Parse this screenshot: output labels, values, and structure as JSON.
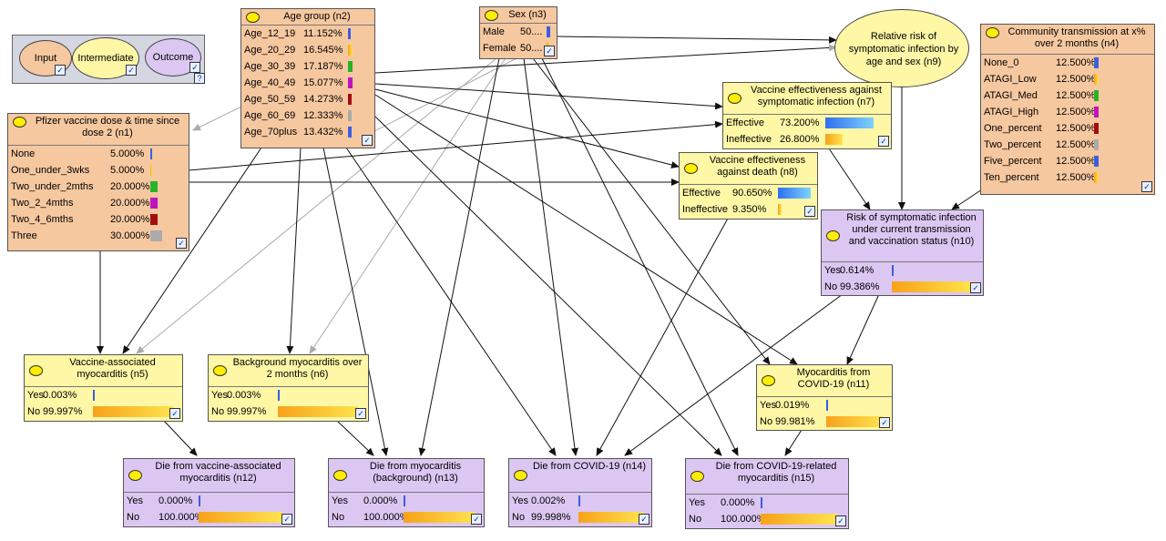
{
  "legend": {
    "input": "Input",
    "intermediate": "Intermediate",
    "outcome": "Outcome"
  },
  "n1": {
    "title": "Pfizer vaccine dose & time since dose 2 (n1)",
    "states": [
      {
        "label": "None",
        "value": "5.000%",
        "fraction": 0.05,
        "color": "#3b5fe0"
      },
      {
        "label": "One_under_3wks",
        "value": "5.000%",
        "fraction": 0.05,
        "color": "#f7a21b"
      },
      {
        "label": "Two_under_2mths",
        "value": "20.000%",
        "fraction": 0.2,
        "color": "#27b327"
      },
      {
        "label": "Two_2_4mths",
        "value": "20.000%",
        "fraction": 0.2,
        "color": "#c013c0"
      },
      {
        "label": "Two_4_6mths",
        "value": "20.000%",
        "fraction": 0.2,
        "color": "#a30e0e"
      },
      {
        "label": "Three",
        "value": "30.000%",
        "fraction": 0.3,
        "color": "#aaaaaa"
      }
    ]
  },
  "n2": {
    "title": "Age group (n2)",
    "states": [
      {
        "label": "Age_12_19",
        "value": "11.152%",
        "fraction": 0.11152,
        "color": "#3b5fe0"
      },
      {
        "label": "Age_20_29",
        "value": "16.545%",
        "fraction": 0.16545,
        "color": "#f7a21b"
      },
      {
        "label": "Age_30_39",
        "value": "17.187%",
        "fraction": 0.17187,
        "color": "#27b327"
      },
      {
        "label": "Age_40_49",
        "value": "15.077%",
        "fraction": 0.15077,
        "color": "#c013c0"
      },
      {
        "label": "Age_50_59",
        "value": "14.273%",
        "fraction": 0.14273,
        "color": "#a30e0e"
      },
      {
        "label": "Age_60_69",
        "value": "12.333%",
        "fraction": 0.12333,
        "color": "#aaaaaa"
      },
      {
        "label": "Age_70plus",
        "value": "13.432%",
        "fraction": 0.13432,
        "color": "#3b5fe0"
      }
    ]
  },
  "n3": {
    "title": "Sex (n3)",
    "states": [
      {
        "label": "Male",
        "value": "50....",
        "fraction": 0.5,
        "color": "#3b5fe0"
      },
      {
        "label": "Female",
        "value": "50....",
        "fraction": 0.5,
        "color": "#f7a21b"
      }
    ]
  },
  "n4": {
    "title": "Community transmission at x% over 2 months (n4)",
    "states": [
      {
        "label": "None_0",
        "value": "12.500%",
        "fraction": 0.125,
        "color": "#3b5fe0"
      },
      {
        "label": "ATAGI_Low",
        "value": "12.500%",
        "fraction": 0.125,
        "color": "#f7a21b"
      },
      {
        "label": "ATAGI_Med",
        "value": "12.500%",
        "fraction": 0.125,
        "color": "#27b327"
      },
      {
        "label": "ATAGI_High",
        "value": "12.500%",
        "fraction": 0.125,
        "color": "#c013c0"
      },
      {
        "label": "One_percent",
        "value": "12.500%",
        "fraction": 0.125,
        "color": "#a30e0e"
      },
      {
        "label": "Two_percent",
        "value": "12.500%",
        "fraction": 0.125,
        "color": "#aaaaaa"
      },
      {
        "label": "Five_percent",
        "value": "12.500%",
        "fraction": 0.125,
        "color": "#3b5fe0"
      },
      {
        "label": "Ten_percent",
        "value": "12.500%",
        "fraction": 0.125,
        "color": "#f7a21b"
      }
    ]
  },
  "n9": {
    "title": "Relative risk of symptomatic infection by age and sex (n9)"
  },
  "n7": {
    "title": "Vaccine effectiveness against symptomatic infection (n7)",
    "states": [
      {
        "label": "Effective",
        "value": "73.200%",
        "fraction": 0.732,
        "color": "#2f6ff0"
      },
      {
        "label": "Ineffective",
        "value": "26.800%",
        "fraction": 0.268,
        "color": "#f7a21b"
      }
    ]
  },
  "n8": {
    "title": "Vaccine effectiveness against death (n8)",
    "states": [
      {
        "label": "Effective",
        "value": "90.650%",
        "fraction": 0.9065,
        "color": "#2f6ff0"
      },
      {
        "label": "Ineffective",
        "value": "9.350%",
        "fraction": 0.0935,
        "color": "#f7a21b"
      }
    ]
  },
  "n10": {
    "title": "Risk of symptomatic infection under current transmission and vaccination status (n10)",
    "states": [
      {
        "label": "Yes",
        "value": "0.614%",
        "fraction": 0.00614,
        "color": "#3b5fe0"
      },
      {
        "label": "No",
        "value": "99.386%",
        "fraction": 0.99386,
        "color": "#f7a21b"
      }
    ]
  },
  "n5": {
    "title": "Vaccine-associated myocarditis (n5)",
    "states": [
      {
        "label": "Yes",
        "value": "0.003%",
        "fraction": 3e-05,
        "color": "#3b5fe0"
      },
      {
        "label": "No",
        "value": "99.997%",
        "fraction": 0.99997,
        "color": "#f7a21b"
      }
    ]
  },
  "n6": {
    "title": "Background myocarditis over 2 months (n6)",
    "states": [
      {
        "label": "Yes",
        "value": "0.003%",
        "fraction": 3e-05,
        "color": "#3b5fe0"
      },
      {
        "label": "No",
        "value": "99.997%",
        "fraction": 0.99997,
        "color": "#f7a21b"
      }
    ]
  },
  "n11": {
    "title": "Myocarditis from COVID-19 (n11)",
    "states": [
      {
        "label": "Yes",
        "value": "0.019%",
        "fraction": 0.00019,
        "color": "#3b5fe0"
      },
      {
        "label": "No",
        "value": "99.981%",
        "fraction": 0.99981,
        "color": "#f7a21b"
      }
    ]
  },
  "n12": {
    "title": "Die from vaccine-associated myocarditis (n12)",
    "states": [
      {
        "label": "Yes",
        "value": "0.000%",
        "fraction": 0.0,
        "color": "#3b5fe0"
      },
      {
        "label": "No",
        "value": "100.000%",
        "fraction": 1.0,
        "color": "#f7a21b"
      }
    ]
  },
  "n13": {
    "title": "Die from myocarditis (background) (n13)",
    "states": [
      {
        "label": "Yes",
        "value": "0.000%",
        "fraction": 0.0,
        "color": "#3b5fe0"
      },
      {
        "label": "No",
        "value": "100.000%",
        "fraction": 1.0,
        "color": "#f7a21b"
      }
    ]
  },
  "n14": {
    "title": "Die from COVID-19 (n14)",
    "states": [
      {
        "label": "Yes",
        "value": "0.002%",
        "fraction": 2e-05,
        "color": "#3b5fe0"
      },
      {
        "label": "No",
        "value": "99.998%",
        "fraction": 0.99998,
        "color": "#f7a21b"
      }
    ]
  },
  "n15": {
    "title": "Die from COVID-19-related myocarditis (n15)",
    "states": [
      {
        "label": "Yes",
        "value": "0.000%",
        "fraction": 0.0,
        "color": "#3b5fe0"
      },
      {
        "label": "No",
        "value": "100.000%",
        "fraction": 1.0,
        "color": "#f7a21b"
      }
    ]
  }
}
